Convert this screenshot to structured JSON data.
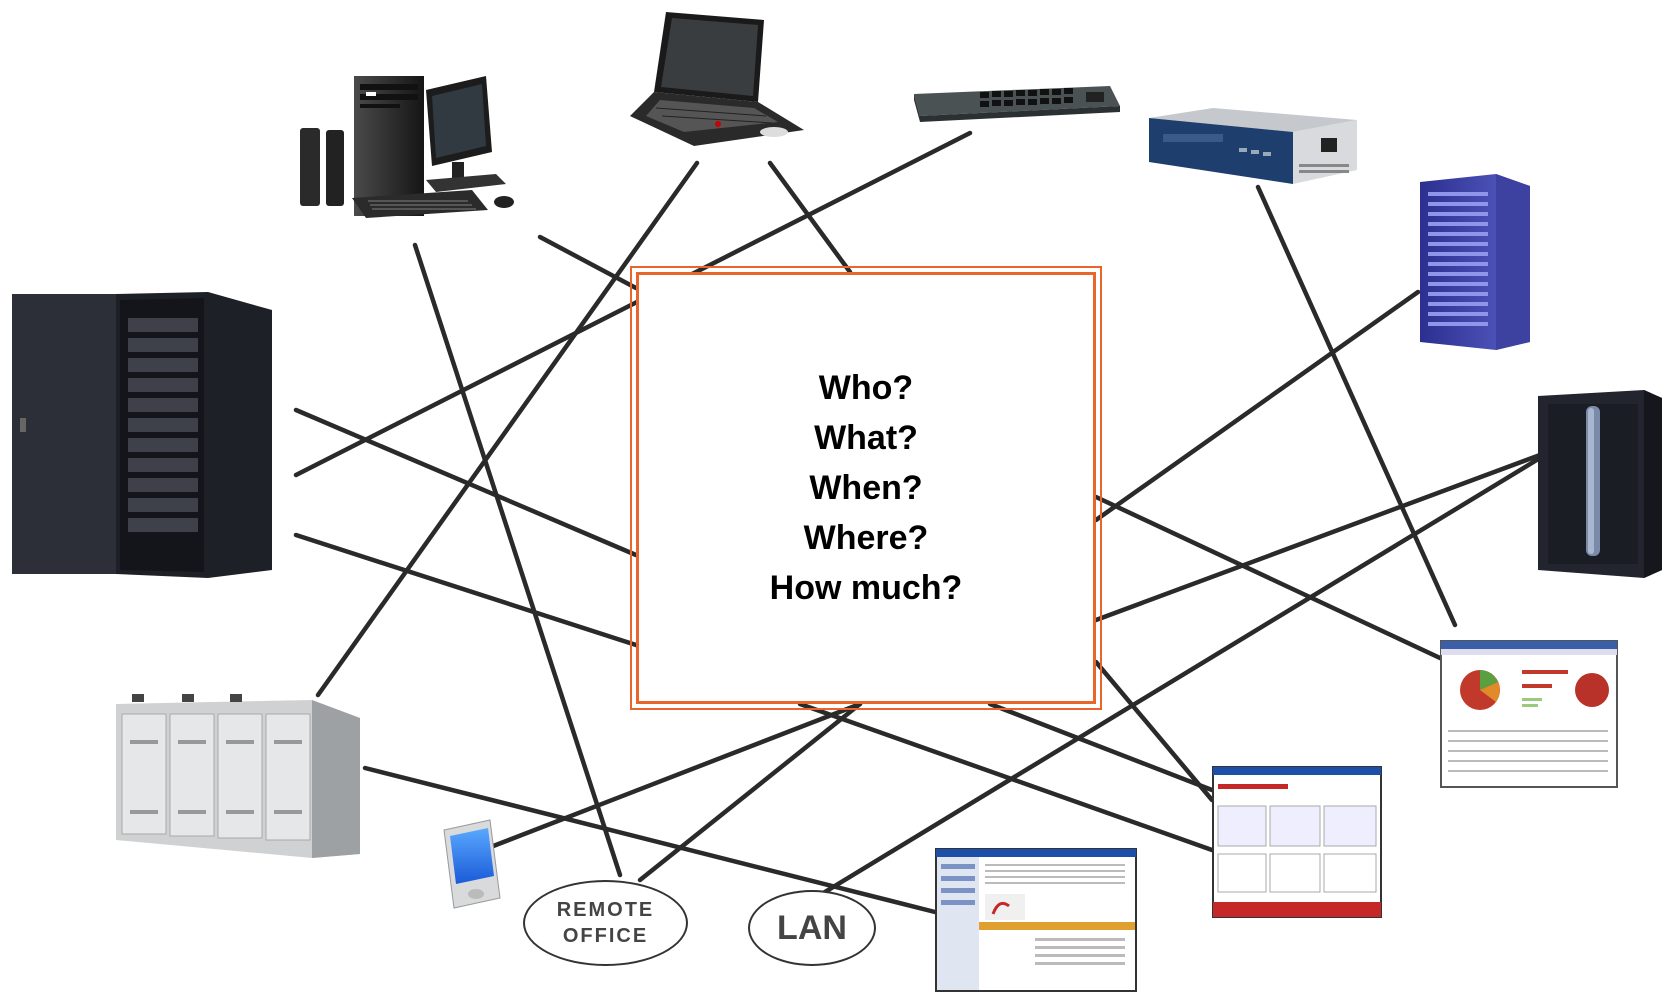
{
  "center": {
    "questions": [
      "Who?",
      "What?",
      "When?",
      "Where?",
      "How much?"
    ]
  },
  "ovals": {
    "remote_office": "REMOTE OFFICE",
    "lan": "LAN"
  },
  "colors": {
    "frame": "#e8662c",
    "lines": "#2a2a2a",
    "background": "#ffffff"
  },
  "devices": [
    "desktop-pc-icon",
    "laptop-icon",
    "network-switch-icon",
    "router-icon",
    "blade-server-icon",
    "server-rack-icon",
    "mainframe-icon",
    "storage-cabinet-icon",
    "pda-icon",
    "report-screenshot-icon",
    "web-app-screenshot-icon",
    "crm-screenshot-icon"
  ]
}
